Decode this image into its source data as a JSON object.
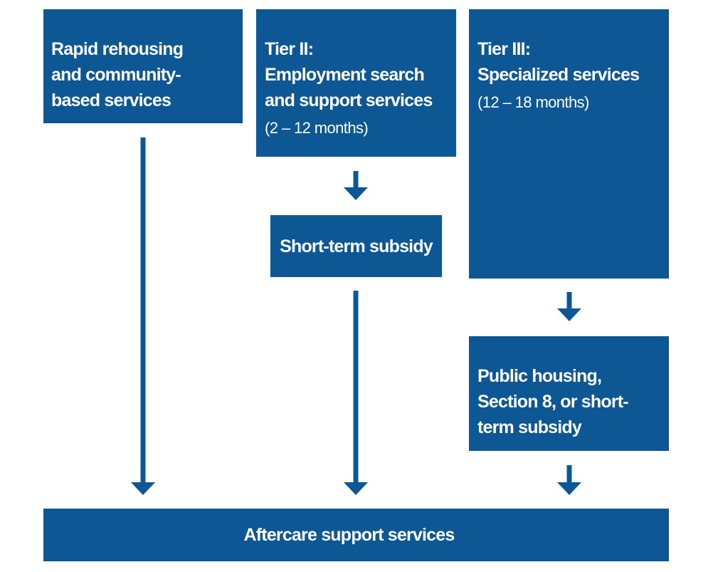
{
  "boxes": {
    "rapid": {
      "title": "Rapid rehousing\nand community-\nbased services"
    },
    "tier2": {
      "title": "Tier II:\nEmployment search\nand support services",
      "duration": "(2 – 12 months)"
    },
    "tier3": {
      "title": "Tier III:\nSpecialized services",
      "duration": "(12 – 18 months)"
    },
    "short_term": {
      "title": "Short-term subsidy"
    },
    "public_housing": {
      "title": "Public housing,\nSection 8, or short-\nterm subsidy"
    },
    "aftercare": {
      "title": "Aftercare support services"
    }
  },
  "colors": {
    "box_fill": "#0d5794",
    "text": "#ffffff",
    "background": "#ffffff"
  }
}
